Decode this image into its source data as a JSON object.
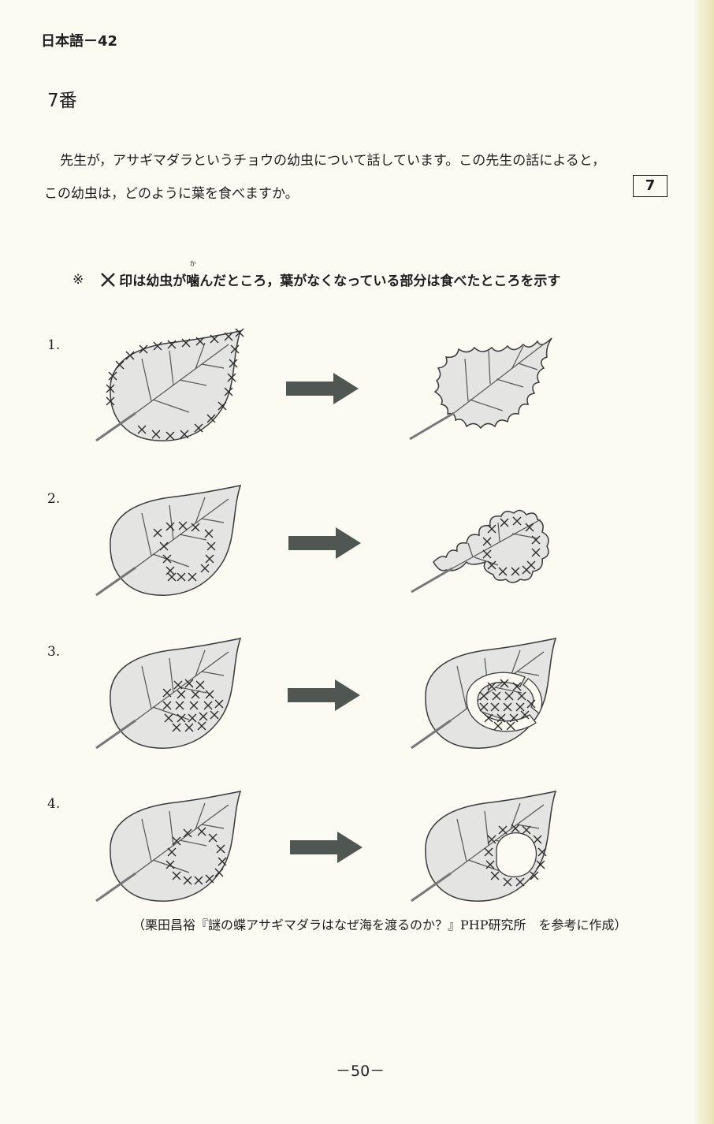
{
  "header": "日本語－42",
  "question_number": "7番",
  "prompt": {
    "line1": "先生が，アサギマダラというチョウの幼虫について話しています。この先生の話によると，",
    "line2": "この幼虫は，どのように葉を食べますか。",
    "answer_box": "7"
  },
  "note": {
    "mark": "※",
    "icon": "cross-mark-icon",
    "before_ruby": "印は幼虫が",
    "ruby_base": "噛",
    "ruby_reading": "か",
    "after_ruby": "んだところ，葉がなくなっている部分は食べたところを示す"
  },
  "options": [
    {
      "label": "1."
    },
    {
      "label": "2."
    },
    {
      "label": "3."
    },
    {
      "label": "4."
    }
  ],
  "source": "（栗田昌裕『謎の蝶アサギマダラはなぜ海を渡るのか？』PHP研究所　を参考に作成）",
  "page_number": "－50－",
  "colors": {
    "leaf_fill": "#e4e4e2",
    "leaf_stroke": "#3a3a3a",
    "arrow": "#505752"
  }
}
